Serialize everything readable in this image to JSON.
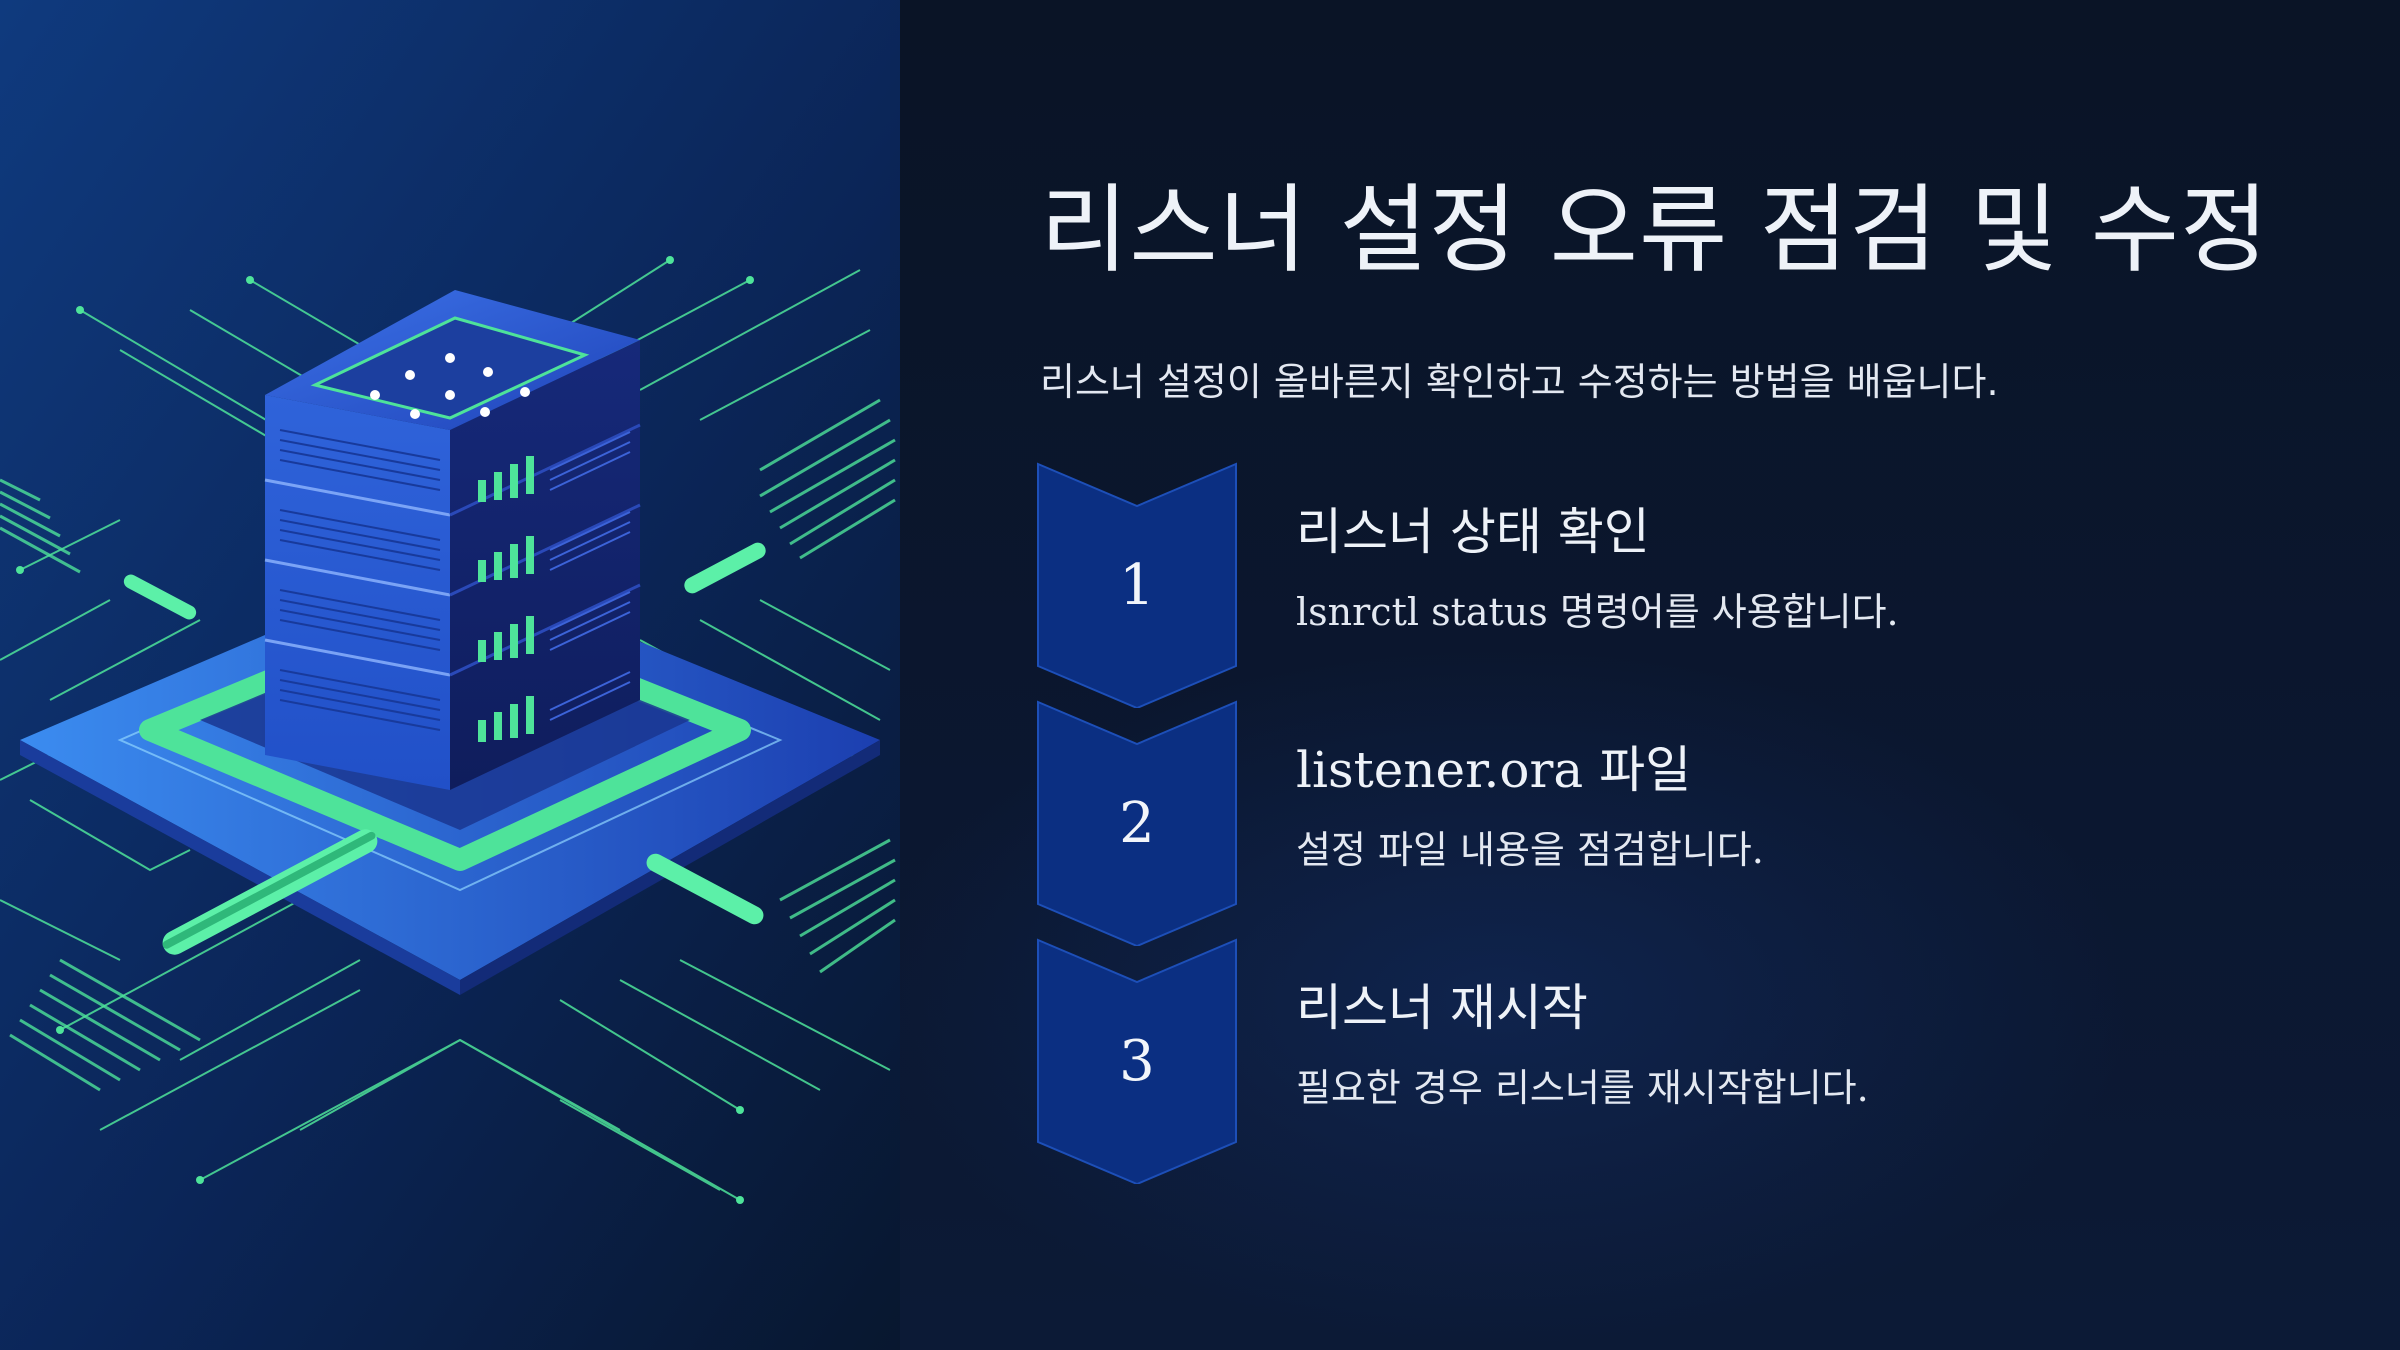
{
  "slide": {
    "title": "리스너 설정 오류 점검 및 수정",
    "subtitle": "리스너 설정이 올바른지 확인하고 수정하는 방법을 배웁니다.",
    "illustration_icon": "isometric-server-icon",
    "steps": [
      {
        "number": "1",
        "title": "리스너 상태 확인",
        "description": "lsnrctl status 명령어를 사용합니다."
      },
      {
        "number": "2",
        "title": "listener.ora 파일",
        "description": "설정 파일 내용을 점검합니다."
      },
      {
        "number": "3",
        "title": "리스너 재시작",
        "description": "필요한 경우 리스너를 재시작합니다."
      }
    ]
  },
  "colors": {
    "background": "#0b1528",
    "chevron_fill": "#0b2f82",
    "chevron_stroke": "#1d4fb8",
    "circuit_green": "#4ee39a",
    "server_blue": "#2d5fd6"
  }
}
